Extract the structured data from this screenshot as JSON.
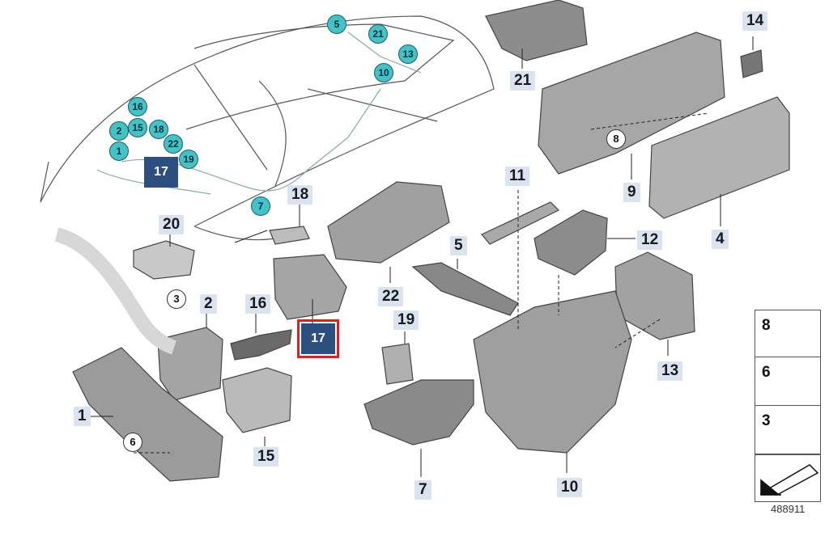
{
  "diagram": {
    "part_labels": {
      "p21": "21",
      "p14": "14",
      "p9": "9",
      "p4": "4",
      "p11": "11",
      "p12": "12",
      "p13": "13",
      "p10": "10",
      "p7": "7",
      "p19": "19",
      "p22": "22",
      "p5": "5",
      "p18": "18",
      "p20": "20",
      "p2": "2",
      "p16": "16",
      "p1": "1",
      "p15": "15"
    },
    "car_callouts": {
      "c5": "5",
      "c21": "21",
      "c13": "13",
      "c10": "10",
      "c16": "16",
      "c2": "2",
      "c15": "15",
      "c18": "18",
      "c1": "1",
      "c22": "22",
      "c19": "19",
      "c7": "7"
    },
    "ring_callouts": {
      "r8": "8",
      "r3": "3",
      "r6": "6"
    },
    "highlight_tags": {
      "t17_car": "17",
      "t17_part": "17"
    },
    "fastener_panel": {
      "f8": "8",
      "f6": "6",
      "f3": "3"
    },
    "reference_number": "488911"
  },
  "colors": {
    "callout_fill": "#41c3c8",
    "tag_fill": "#2c4f80",
    "highlight_outline": "#e02020",
    "label_bg": "#d9e4f0"
  }
}
